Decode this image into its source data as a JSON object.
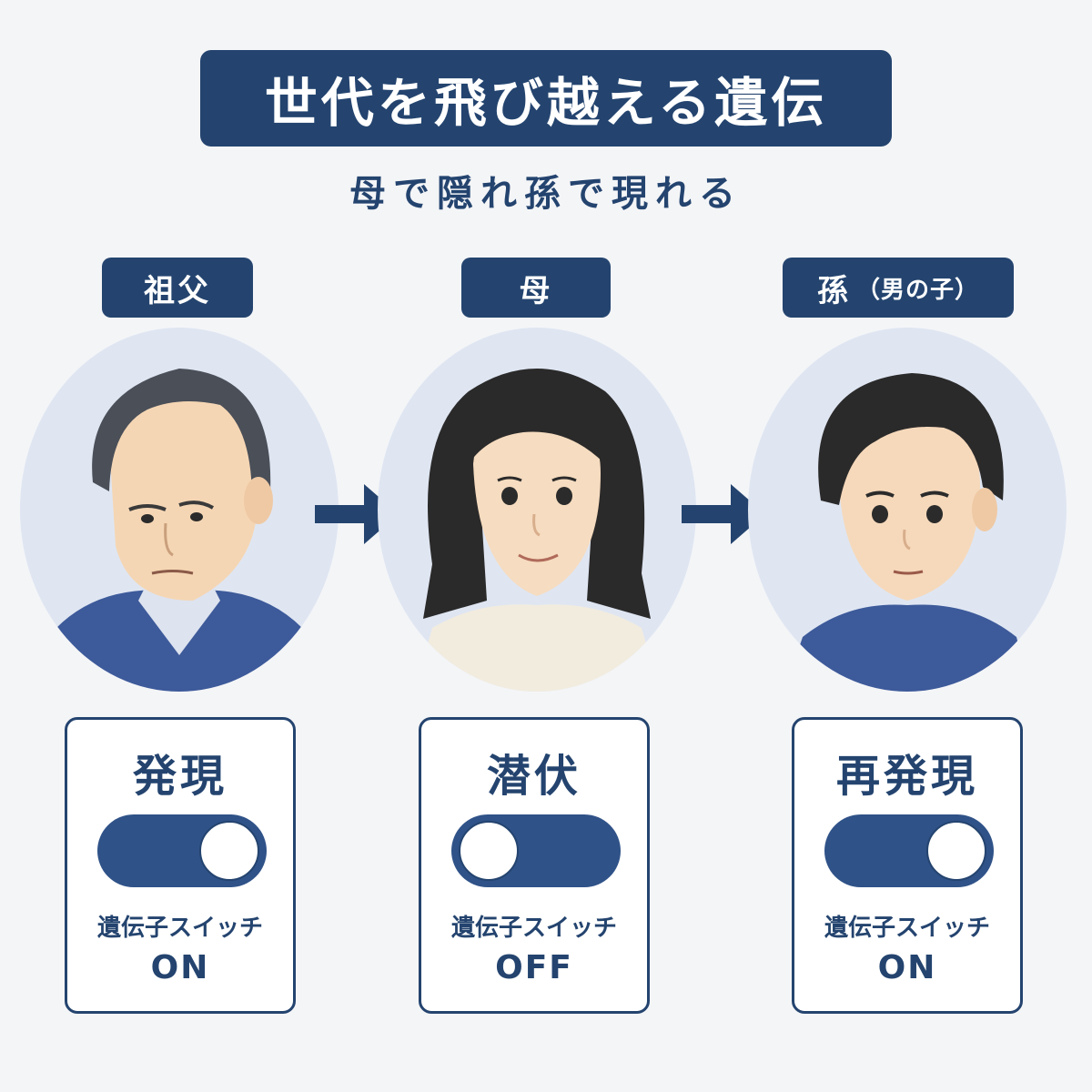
{
  "title": "世代を飛び越える遺伝",
  "subtitle": "母で隠れ孫で現れる",
  "generations": [
    {
      "label": "祖父",
      "label_note": "",
      "state": "発現",
      "switch_caption": "遺伝子スイッチ",
      "switch_value": "ON",
      "switch_on": true
    },
    {
      "label": "母",
      "label_note": "",
      "state": "潜伏",
      "switch_caption": "遺伝子スイッチ",
      "switch_value": "OFF",
      "switch_on": false
    },
    {
      "label": "孫",
      "label_note": "（男の子）",
      "state": "再発現",
      "switch_caption": "遺伝子スイッチ",
      "switch_value": "ON",
      "switch_on": true
    }
  ],
  "colors": {
    "navy": "#24446f",
    "toggle": "#2f5288",
    "portrait_bg": "#dfe6f2",
    "background": "#f4f5f7"
  },
  "icons": [
    "right-arrow-icon",
    "toggle-switch-icon"
  ]
}
